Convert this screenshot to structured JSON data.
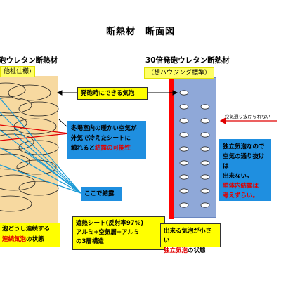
{
  "title": "断熱材　断面図",
  "left": {
    "header": "泡ウレタン断熱材",
    "label": "他社仕様)",
    "callout_bottom_line1": "泡どうし連続する",
    "callout_bottom_line2_red": "連続気泡",
    "callout_bottom_line2_rest": "の状態",
    "callout_here": "ここで結露"
  },
  "right": {
    "header": "30倍発砲ウレタン断熱材",
    "label": "（想ハウジング標準）",
    "note_top": "空気通り抜けられない",
    "blue_box_line1": "独立気泡なので",
    "blue_box_line2": "空気の通り抜けは",
    "blue_box_line3": "出来ない。",
    "blue_box_red1": "壁体内結露は",
    "blue_box_red2": "考えずらい。",
    "caption_line1": "出来る気泡が小さい",
    "caption_line2_red": "独立気泡",
    "caption_line2_rest": "の状態"
  },
  "center": {
    "foam_callout": "発砲時にできる気泡",
    "winter_line1": "冬場室内の暖かい空気が",
    "winter_line2": "外気で冷えたシートに",
    "winter_line3_a": "触れると",
    "winter_line3_red": "結露の可能性",
    "sheet_line1": "遮熱シート(反射率97%)",
    "sheet_line2": "アルミ+空気層+アルミ",
    "sheet_line3": "の3層構造"
  },
  "colors": {
    "accent_red": "#ff0000",
    "yellow": "#ffff00",
    "blue": "#1f8fe0",
    "panel_blue": "#8fa8d8",
    "left_foam": "#f7d9a0"
  }
}
